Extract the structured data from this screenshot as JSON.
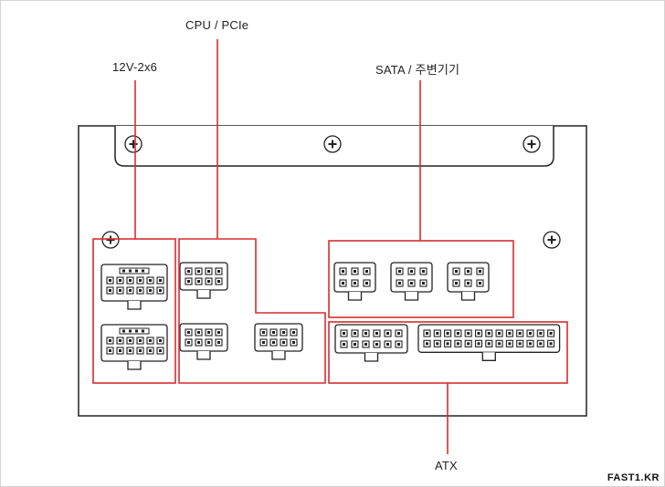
{
  "labels": {
    "cpu_pcie": "CPU / PCIe",
    "v12_2x6": "12V-2x6",
    "sata_peripheral": "SATA / 주변기기",
    "atx": "ATX"
  },
  "watermark": "FAST1.KR",
  "colors": {
    "highlight": "#d32f2f",
    "outline": "#222222",
    "panel": "#ffffff",
    "background": "#ffffff"
  }
}
